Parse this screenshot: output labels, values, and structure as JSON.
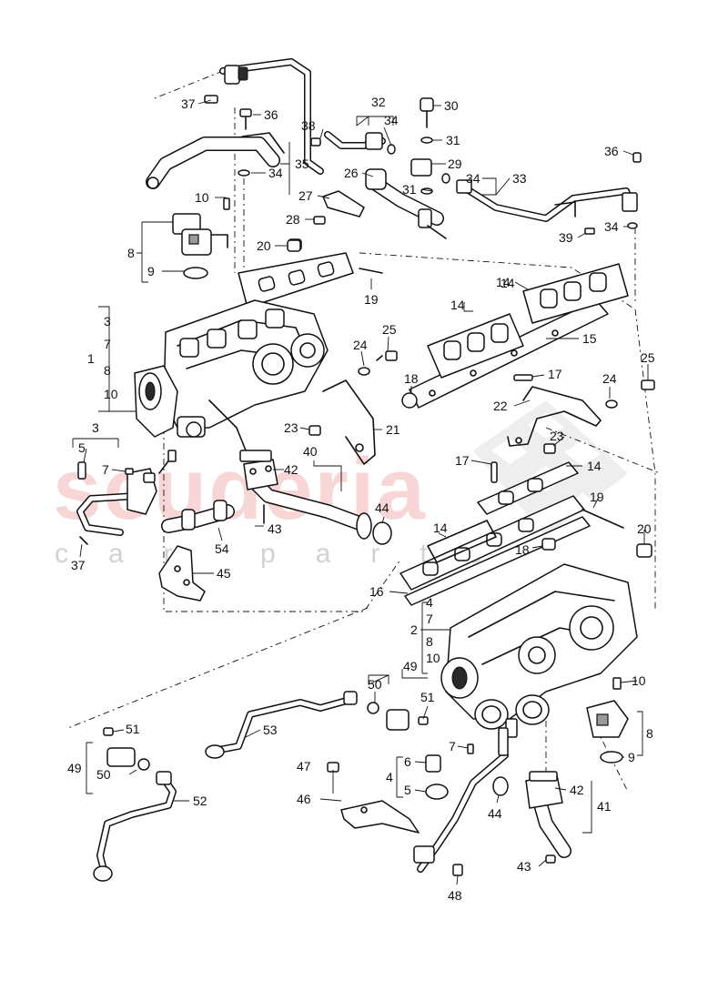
{
  "watermark": {
    "brand": "scuderia",
    "sub": "car parts"
  },
  "callouts": [
    {
      "id": "c-37a",
      "text": "37"
    },
    {
      "id": "c-36a",
      "text": "36"
    },
    {
      "id": "c-34a",
      "text": "34"
    },
    {
      "id": "c-35",
      "text": "35"
    },
    {
      "id": "c-10a",
      "text": "10"
    },
    {
      "id": "c-8a",
      "text": "8"
    },
    {
      "id": "c-9a",
      "text": "9"
    },
    {
      "id": "c-20a",
      "text": "20"
    },
    {
      "id": "c-19a",
      "text": "19"
    },
    {
      "id": "c-38",
      "text": "38"
    },
    {
      "id": "c-32",
      "text": "32"
    },
    {
      "id": "c-34b",
      "text": "34"
    },
    {
      "id": "c-30",
      "text": "30"
    },
    {
      "id": "c-31a",
      "text": "31"
    },
    {
      "id": "c-29",
      "text": "29"
    },
    {
      "id": "c-26",
      "text": "26"
    },
    {
      "id": "c-31b",
      "text": "31"
    },
    {
      "id": "c-34c",
      "text": "34"
    },
    {
      "id": "c-33",
      "text": "33"
    },
    {
      "id": "c-27",
      "text": "27"
    },
    {
      "id": "c-28",
      "text": "28"
    },
    {
      "id": "c-36b",
      "text": "36"
    },
    {
      "id": "c-39",
      "text": "39"
    },
    {
      "id": "c-34d",
      "text": "34"
    },
    {
      "id": "c-14a",
      "text": "14"
    },
    {
      "id": "c-14b",
      "text": "14"
    },
    {
      "id": "c-14c",
      "text": "14"
    },
    {
      "id": "c-15",
      "text": "15"
    },
    {
      "id": "c-3a",
      "text": "3"
    },
    {
      "id": "c-7a",
      "text": "7"
    },
    {
      "id": "c-8b",
      "text": "8"
    },
    {
      "id": "c-10b",
      "text": "10"
    },
    {
      "id": "c-1",
      "text": "1"
    },
    {
      "id": "c-24a",
      "text": "24"
    },
    {
      "id": "c-25a",
      "text": "25"
    },
    {
      "id": "c-18a",
      "text": "18"
    },
    {
      "id": "c-17a",
      "text": "17"
    },
    {
      "id": "c-24b",
      "text": "24"
    },
    {
      "id": "c-25b",
      "text": "25"
    },
    {
      "id": "c-22",
      "text": "22"
    },
    {
      "id": "c-23a",
      "text": "23"
    },
    {
      "id": "c-21",
      "text": "21"
    },
    {
      "id": "c-23b",
      "text": "23"
    },
    {
      "id": "c-3b",
      "text": "3"
    },
    {
      "id": "c-5a",
      "text": "5"
    },
    {
      "id": "c-7b",
      "text": "7"
    },
    {
      "id": "c-40",
      "text": "40"
    },
    {
      "id": "c-42a",
      "text": "42"
    },
    {
      "id": "c-17b",
      "text": "17"
    },
    {
      "id": "c-14d",
      "text": "14"
    },
    {
      "id": "c-19b",
      "text": "19"
    },
    {
      "id": "c-44a",
      "text": "44"
    },
    {
      "id": "c-20b",
      "text": "20"
    },
    {
      "id": "c-43a",
      "text": "43"
    },
    {
      "id": "c-37b",
      "text": "37"
    },
    {
      "id": "c-54",
      "text": "54"
    },
    {
      "id": "c-14e",
      "text": "14"
    },
    {
      "id": "c-18b",
      "text": "18"
    },
    {
      "id": "c-45",
      "text": "45"
    },
    {
      "id": "c-16",
      "text": "16"
    },
    {
      "id": "c-4a",
      "text": "4"
    },
    {
      "id": "c-7c",
      "text": "7"
    },
    {
      "id": "c-2",
      "text": "2"
    },
    {
      "id": "c-8c",
      "text": "8"
    },
    {
      "id": "c-10c",
      "text": "10"
    },
    {
      "id": "c-49a",
      "text": "49"
    },
    {
      "id": "c-10d",
      "text": "10"
    },
    {
      "id": "c-50a",
      "text": "50"
    },
    {
      "id": "c-51a",
      "text": "51"
    },
    {
      "id": "c-53",
      "text": "53"
    },
    {
      "id": "c-51b",
      "text": "51"
    },
    {
      "id": "c-8d",
      "text": "8"
    },
    {
      "id": "c-49b",
      "text": "49"
    },
    {
      "id": "c-7d",
      "text": "7"
    },
    {
      "id": "c-9b",
      "text": "9"
    },
    {
      "id": "c-50b",
      "text": "50"
    },
    {
      "id": "c-6",
      "text": "6"
    },
    {
      "id": "c-47",
      "text": "47"
    },
    {
      "id": "c-4b",
      "text": "4"
    },
    {
      "id": "c-42b",
      "text": "42"
    },
    {
      "id": "c-52",
      "text": "52"
    },
    {
      "id": "c-5b",
      "text": "5"
    },
    {
      "id": "c-44b",
      "text": "44"
    },
    {
      "id": "c-46",
      "text": "46"
    },
    {
      "id": "c-41",
      "text": "41"
    },
    {
      "id": "c-43b",
      "text": "43"
    },
    {
      "id": "c-48",
      "text": "48"
    }
  ]
}
